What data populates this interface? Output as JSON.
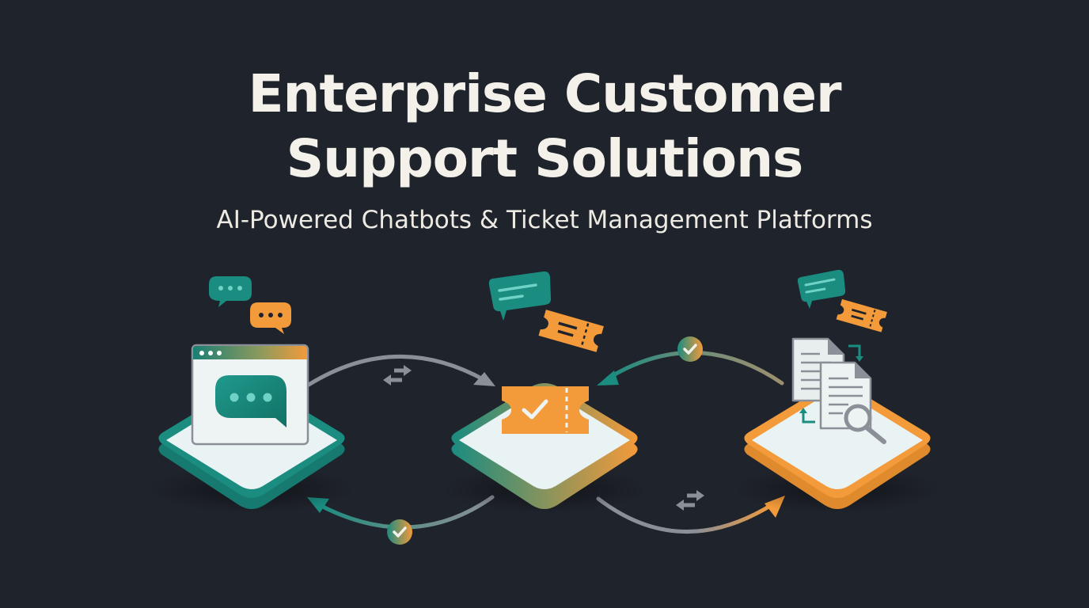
{
  "header": {
    "title_line1": "Enterprise Customer",
    "title_line2": "Support Solutions",
    "subtitle": "AI-Powered Chatbots & Ticket Management Platforms"
  },
  "colors": {
    "background": "#1f232b",
    "teal": "#1a8c80",
    "orange": "#f39a3a",
    "platform_top": "#e9f3f3",
    "arrow_gray": "#8b8f98",
    "title_text": "#f3f1ea"
  },
  "diagram": {
    "nodes": [
      {
        "id": "chatbot",
        "icon": "chat-window-icon",
        "accent": "teal",
        "floating_icons": [
          "chat-bubble-dots-teal",
          "chat-bubble-dots-orange"
        ]
      },
      {
        "id": "ticketing",
        "icon": "ticket-check-icon",
        "accent": "teal-to-orange",
        "floating_icons": [
          "chat-bubble-lines-teal",
          "ticket-orange"
        ]
      },
      {
        "id": "knowledge-base",
        "icon": "documents-search-icon",
        "accent": "orange",
        "floating_icons": [
          "chat-bubble-lines-teal",
          "ticket-orange"
        ]
      }
    ],
    "connectors": [
      {
        "from": "chatbot",
        "to": "ticketing",
        "marker": "swap-arrows-icon"
      },
      {
        "from": "knowledge-base",
        "to": "ticketing",
        "marker": "check-badge-icon"
      },
      {
        "from": "ticketing",
        "to": "chatbot",
        "marker": "check-badge-icon"
      },
      {
        "from": "ticketing",
        "to": "knowledge-base",
        "marker": "swap-arrows-icon"
      }
    ]
  }
}
